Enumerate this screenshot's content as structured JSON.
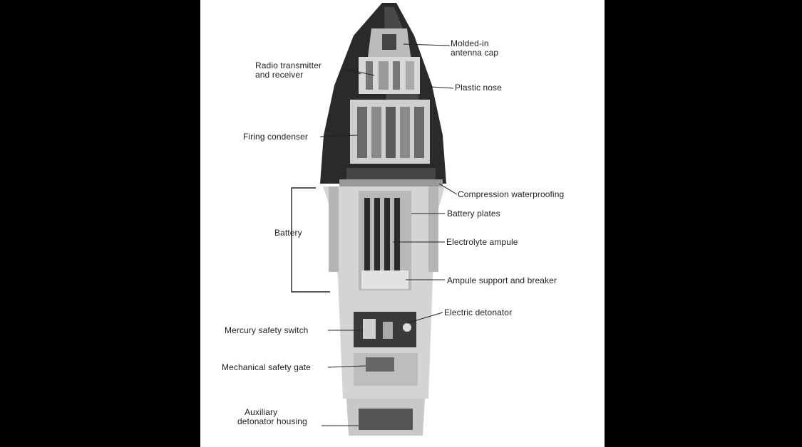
{
  "colors": {
    "frame": "#000000",
    "page": "#ffffff",
    "ink": "#222222",
    "dark": "#1a1a1a",
    "mid": "#8a8a8a",
    "light": "#cfcfcf"
  },
  "labels": {
    "antenna_cap": [
      "Molded-in",
      "antenna cap"
    ],
    "radio": [
      "Radio transmitter",
      "and receiver"
    ],
    "plastic_nose": "Plastic nose",
    "firing_condenser": "Firing condenser",
    "compression_waterproofing": "Compression waterproofing",
    "battery_plates": "Battery plates",
    "battery": "Battery",
    "electrolyte_ampule": "Electrolyte ampule",
    "ampule_support": "Ampule support and breaker",
    "electric_detonator": "Electric detonator",
    "mercury_switch": "Mercury safety switch",
    "mechanical_gate": "Mechanical safety gate",
    "aux_housing": [
      "Auxiliary",
      "detonator housing"
    ]
  }
}
